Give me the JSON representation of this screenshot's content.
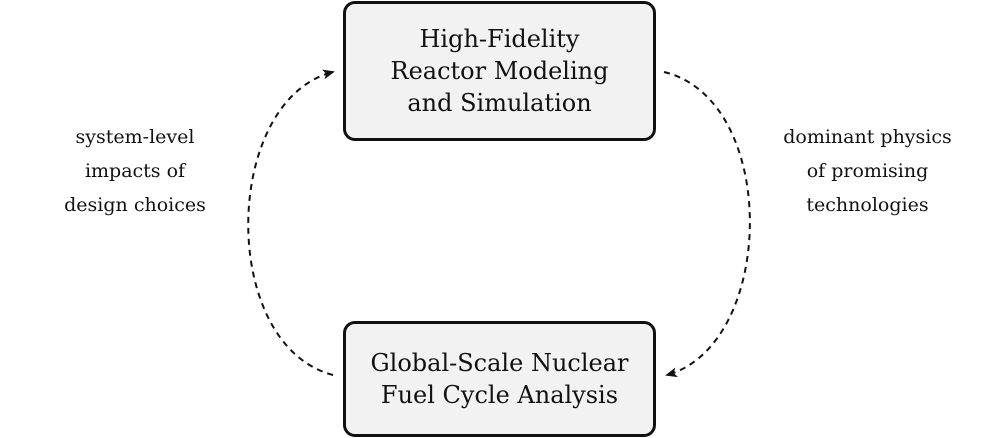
{
  "nodes": {
    "top": {
      "lines": [
        "High-Fidelity",
        "Reactor Modeling",
        "and Simulation"
      ]
    },
    "bottom": {
      "lines": [
        "Global-Scale Nuclear",
        "Fuel Cycle Analysis"
      ]
    }
  },
  "edges": {
    "left": {
      "lines": [
        "system-level",
        "impacts of",
        "design choices"
      ]
    },
    "right": {
      "lines": [
        "dominant physics",
        "of promising",
        "technologies"
      ]
    }
  },
  "colors": {
    "box_fill": "#f2f2f2",
    "stroke": "#111111",
    "background": "#ffffff"
  }
}
